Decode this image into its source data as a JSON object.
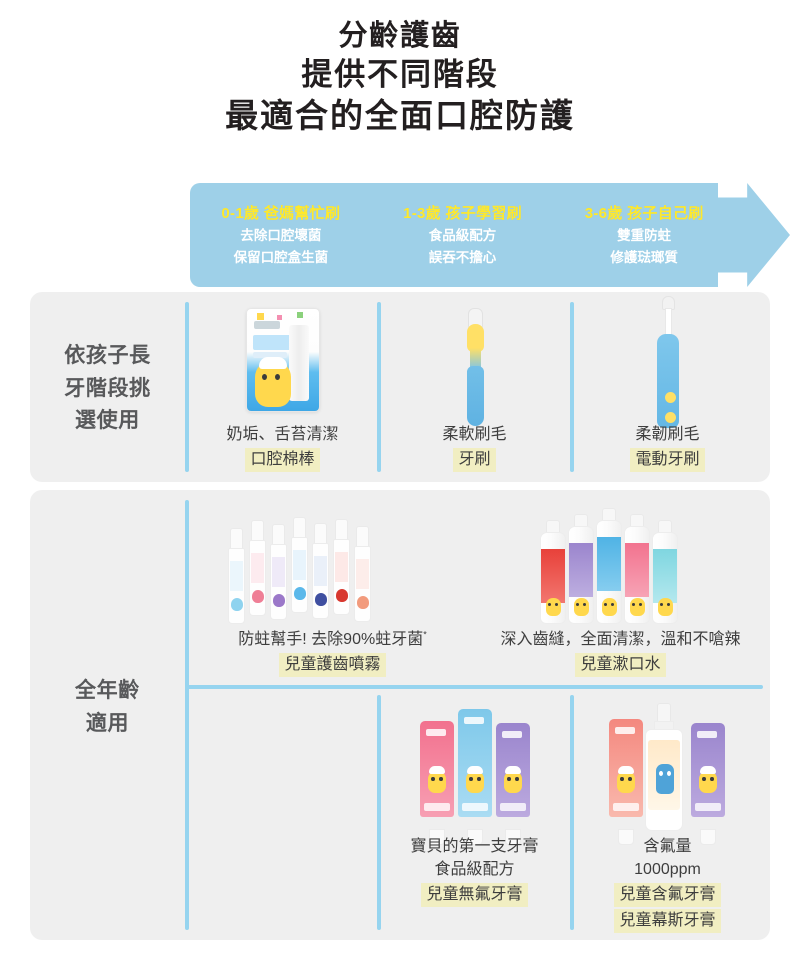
{
  "title": {
    "line1": "分齡護齒",
    "line2": "提供不同階段",
    "line3": "最適合的全面口腔防護"
  },
  "colors": {
    "arrow": "#9ed0e8",
    "arrow_age_text": "#ffe92b",
    "arrow_sub_text": "#ffffff",
    "panel_bg": "#efefef",
    "divider": "#96d4ef",
    "tag_highlight": "#f1eec2",
    "title_text": "#231f20",
    "caption_text": "#3e3e3e",
    "panel_label_text": "#58595b"
  },
  "age_banner": {
    "stages": [
      {
        "age": "0-1歲 爸媽幫忙刷",
        "benefit1": "去除口腔壞菌",
        "benefit2": "保留口腔盒生菌"
      },
      {
        "age": "1-3歲 孩子學習刷",
        "benefit1": "食品級配方",
        "benefit2": "誤吞不擔心"
      },
      {
        "age": "3-6歲 孩子自己刷",
        "benefit1": "雙重防蛀",
        "benefit2": "修護琺瑯質"
      }
    ]
  },
  "sections": [
    {
      "label": "依孩子長\n牙階段挑\n選使用",
      "label_lines": [
        "依孩子長",
        "牙階段挑",
        "選使用"
      ],
      "items": [
        {
          "caption": "奶垢、舌苔清潔",
          "tags": [
            "口腔棉棒"
          ],
          "art": "cotton-swab-pouch"
        },
        {
          "caption": "柔軟刷毛",
          "tags": [
            "牙刷"
          ],
          "art": "manual-toothbrush"
        },
        {
          "caption": "柔韌刷毛",
          "tags": [
            "電動牙刷"
          ],
          "art": "electric-toothbrush"
        }
      ]
    },
    {
      "label_lines": [
        "全年齡",
        "適用"
      ],
      "rows": [
        {
          "items": [
            {
              "caption": "防蛀幫手! 去除90%蛀牙菌",
              "caption_sup": "*",
              "tags": [
                "兒童護齒噴霧"
              ],
              "art": "spray-bottles"
            },
            {
              "caption": "深入齒縫，全面清潔，溫和不嗆辣",
              "tags": [
                "兒童漱口水"
              ],
              "art": "mouthwash-bottles"
            }
          ]
        },
        {
          "items": [
            {
              "caption_lines": [
                "寶貝的第一支牙膏",
                "食品級配方"
              ],
              "tags": [
                "兒童無氟牙膏"
              ],
              "art": "toothpaste-tubes"
            },
            {
              "caption_lines": [
                "含氟量",
                "1000ppm"
              ],
              "tags": [
                "兒童含氟牙膏",
                "兒童幕斯牙膏"
              ],
              "art": "fluoride-mousse"
            }
          ]
        }
      ]
    }
  ]
}
